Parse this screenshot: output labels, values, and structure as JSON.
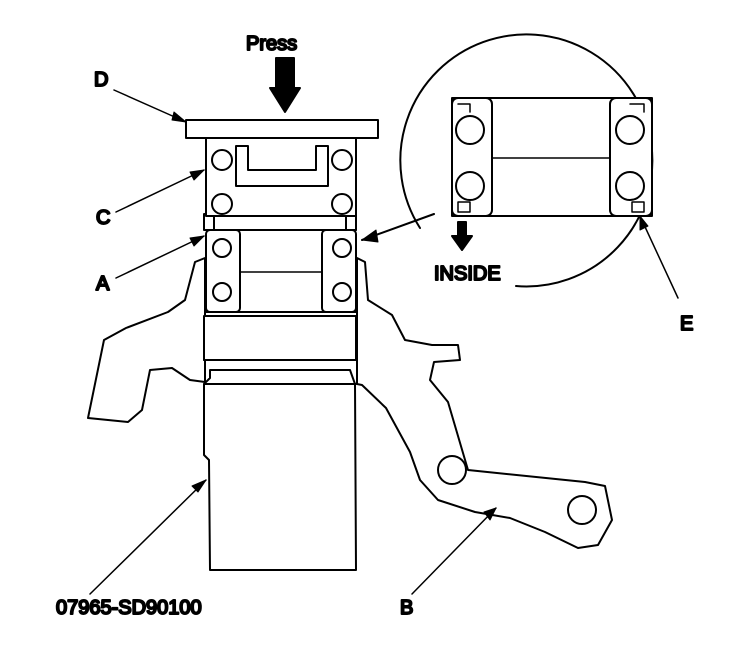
{
  "labels": {
    "press": "Press",
    "d": "D",
    "c": "C",
    "a": "A",
    "e": "E",
    "b": "B",
    "inside": "INSIDE",
    "tool": "07965-SD90100"
  },
  "colors": {
    "line": "#000000",
    "background": "#ffffff"
  }
}
